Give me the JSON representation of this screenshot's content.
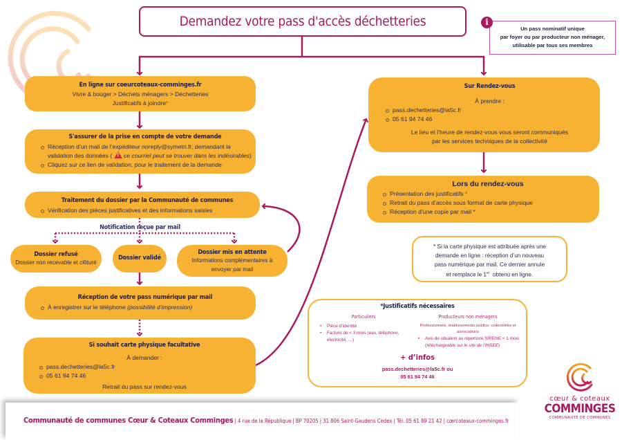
{
  "title": "Demandez votre pass d'accès déchetteries",
  "info": {
    "icon": "info-icon",
    "lines": [
      "Un pass nominatif unique",
      "par foyer ou par producteur non ménager,",
      "utilisable par tous ses membres"
    ]
  },
  "left_flow": {
    "online": {
      "heading": "En ligne sur coeurcoteaux-comminges.fr",
      "path": "Vivre & bouger > Déchets ménagers > Déchetteries",
      "justif": "Justificatifs à joindre",
      "justif_mark": "*"
    },
    "confirm": {
      "heading": "S'assurer de la prise en compte de votre demande",
      "item1_a": "Réception d’un mail de l’expéditeur noreply@symetri.fr, demandant la",
      "item1_b": "validation des données (",
      "item1_warn": "ce courriel peut se trouver dans les indésirables",
      "item1_c": ")",
      "item2": "Cliquez sur ce lien de validation, pour le traitement de la demande"
    },
    "processing": {
      "heading": "Traitement du dossier par la Communauté de communes",
      "item1": "Vérification des pièces justificatives et des informations saisies"
    },
    "notification_label": "Notification reçue par mail",
    "refused": {
      "heading": "Dossier refusé",
      "text": "Dossier non recevable et clôturé"
    },
    "validated": {
      "heading": "Dossier validé"
    },
    "pending": {
      "heading": "Dossier mis en attente",
      "text_a": "Informations complémentaires à",
      "text_b": "envoyer par mail"
    },
    "digital": {
      "heading": "Réception de votre pass numérique par mail",
      "item1": "À enregistrer sur le téléphone ",
      "item1_italic": "(possibilité d’impression)"
    },
    "physical": {
      "heading": "Si souhait carte physique facultative",
      "ask": "À demander :",
      "email": "pass.dechetteries@la5c.fr",
      "phone": "05 61 94 74 46",
      "retrieval": "Retrait du pass sur rendez-vous"
    }
  },
  "right_flow": {
    "appointment": {
      "heading": "Sur Rendez-vous",
      "take": "À prendre :",
      "email": "pass.dechetteries@la5c.fr",
      "phone": "05 61 94 74 46",
      "note_a": "Le lieu et l’heure de rendez-vous vous seront communiqués",
      "note_b": "par les services techniques de la collectivité"
    },
    "during": {
      "heading": "Lors du rendez-vous",
      "item1": "Présentation des justificatifs ",
      "item1_mark": "*",
      "item2": "Retrait du pass d’accès sous format de carte physique",
      "item3": "Réception d’une copie par mail *"
    },
    "note": {
      "lines": [
        "* Si la carte physique est attribuée après une",
        "demande en ligne : réception d’un nouveau",
        "pass numérique par mail. Ce dernier annule"
      ],
      "last_a": "et remplace le 1",
      "last_sup": "er",
      "last_b": "  obtenu en ligne."
    }
  },
  "justificatifs": {
    "heading": "*Justificatifs nécessaires",
    "particuliers": {
      "title": "Particuliers",
      "item1": "Pièce d’identité",
      "item2_a": "Facture de < 3 mois (",
      "item2_i": "eau, téléphone, électricité, …",
      "item2_b": ")"
    },
    "producteurs": {
      "title": "Producteurs non ménagers",
      "sub": "Professionnels, établissements publics, collectivités et associations",
      "item1_a": "Avis de situation au répertoire SIRENE < 1 mois (",
      "item1_i": "téléchargeable sur le site de l’INSEE",
      "item1_b": ")"
    },
    "more_heading": "+ d’infos",
    "more_email": "pass.dechetteries@la5c.fr ou",
    "more_phone": "05 61 94 74 46"
  },
  "footer": {
    "org": "Communauté de communes Cœur & Coteaux Comminges",
    "address": " | 4 rue de la République | BP 70205 | 31 806 Saint-Gaudens Cedex | Tél. 05 61 89 21 42 | cœrcoteaux-comminges.fr"
  },
  "logo": {
    "line1": "cœur & coteaux",
    "line2": "COMMINGES",
    "line3": "COMMUNAUTÉ DE COMMUNES"
  },
  "colors": {
    "accent": "#a8195f",
    "box": "#f7b233",
    "text": "#2b2b4a"
  }
}
